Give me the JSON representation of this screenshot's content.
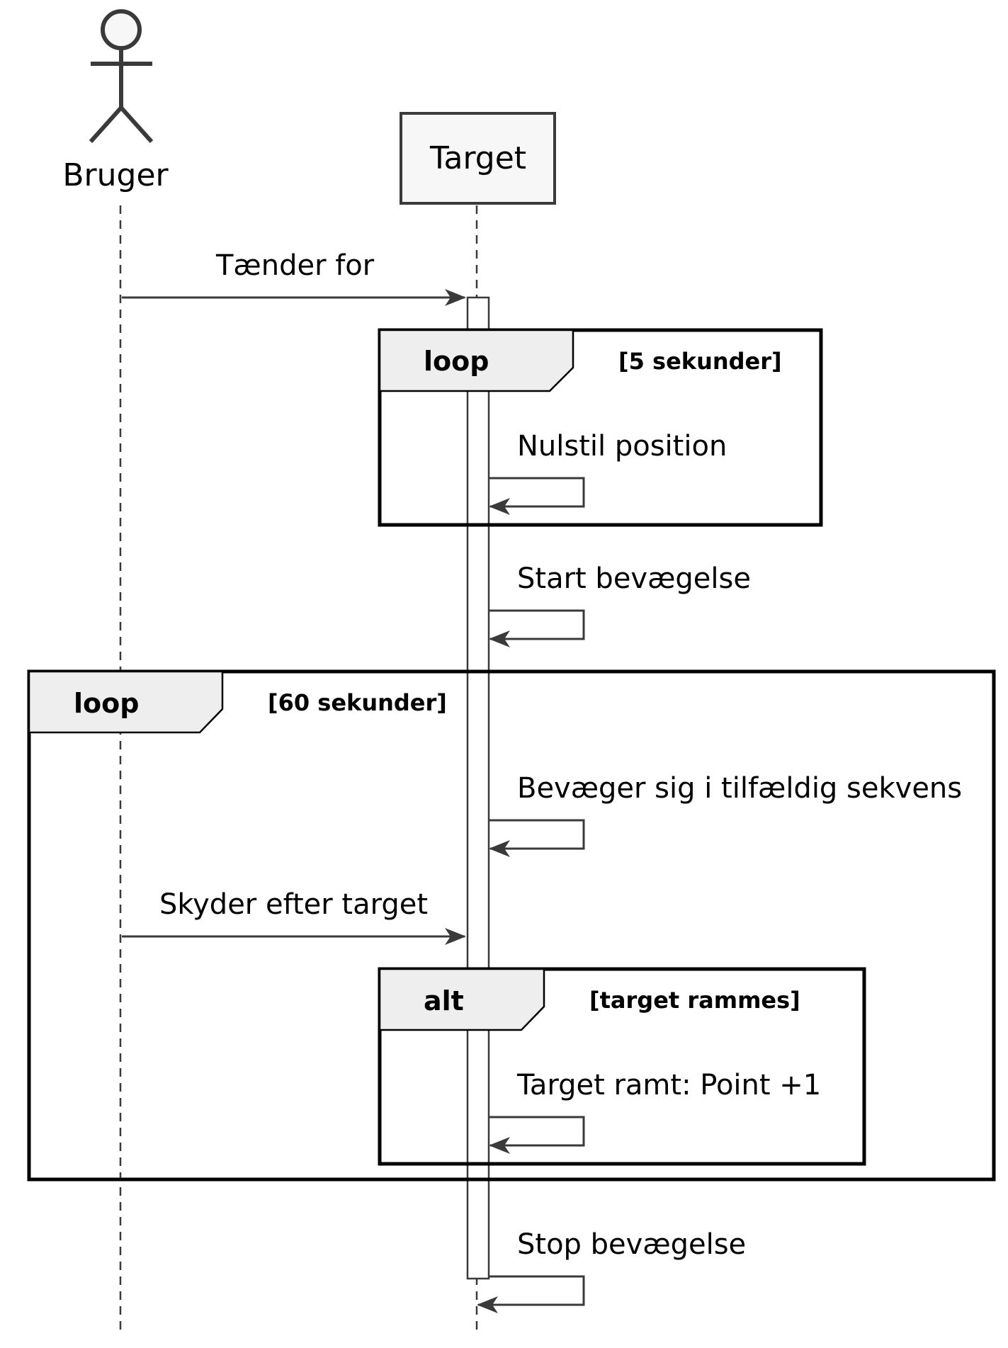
{
  "participants": {
    "bruger": {
      "label": "Bruger",
      "kind": "actor"
    },
    "target": {
      "label": "Target",
      "kind": "participant"
    }
  },
  "messages": {
    "m1": {
      "from": "Bruger",
      "to": "Target",
      "label": "Tænder for"
    },
    "m2": {
      "from": "Target",
      "to": "Target",
      "label": "Nulstil position"
    },
    "m3": {
      "from": "Target",
      "to": "Target",
      "label": "Start bevægelse"
    },
    "m4": {
      "from": "Target",
      "to": "Target",
      "label": "Bevæger sig i tilfældig sekvens"
    },
    "m5": {
      "from": "Bruger",
      "to": "Target",
      "label": "Skyder efter target"
    },
    "m6": {
      "from": "Target",
      "to": "Target",
      "label": "Target ramt: Point +1"
    },
    "m7": {
      "from": "Target",
      "to": "Target",
      "label": "Stop bevægelse"
    }
  },
  "frames": {
    "loop5": {
      "kind": "loop",
      "condition": "[5 sekunder]"
    },
    "loop60": {
      "kind": "loop",
      "condition": "[60 sekunder]"
    },
    "alt": {
      "kind": "alt",
      "condition": "[target rammes]"
    }
  },
  "colors": {
    "line": "#3a3a3a",
    "frame_tab": "#eeeeee",
    "participant_fill": "#f7f7f7",
    "text": "#000000"
  }
}
